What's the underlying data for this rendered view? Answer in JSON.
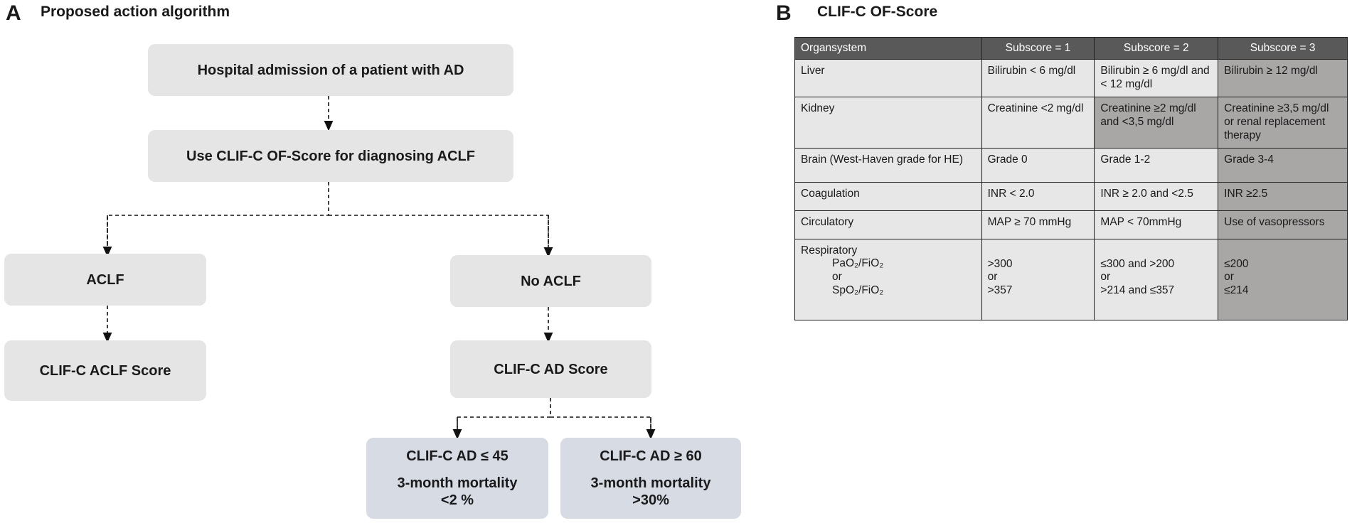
{
  "panel_a": {
    "letter": "A",
    "title": "Proposed action algorithm",
    "boxes": {
      "admission": "Hospital admission of a patient with AD",
      "use_score": "Use CLIF-C OF-Score for diagnosing ACLF",
      "aclf": "ACLF",
      "no_aclf": "No ACLF",
      "aclf_score": "CLIF-C ACLF  Score",
      "ad_score": "CLIF-C AD  Score",
      "ad_low": {
        "label": "CLIF-C AD ≤ 45",
        "mortality": "3-month mortality",
        "value": "<2 %"
      },
      "ad_high": {
        "label": "CLIF-C AD ≥ 60",
        "mortality": "3-month mortality",
        "value": ">30%"
      }
    }
  },
  "panel_b": {
    "letter": "B",
    "title": "CLIF-C OF-Score",
    "headers": [
      "Organsystem",
      "Subscore = 1",
      "Subscore = 2",
      "Subscore = 3"
    ],
    "rows": [
      {
        "organ": "Liver",
        "s1": "Bilirubin < 6 mg/dl",
        "s2": "Bilirubin ≥ 6 mg/dl and < 12 mg/dl",
        "s3": "Bilirubin ≥ 12 mg/dl"
      },
      {
        "organ": "Kidney",
        "s1": "Creatinine <2 mg/dl",
        "s2": "Creatinine ≥2 mg/dl and <3,5 mg/dl",
        "s3": "Creatinine ≥3,5 mg/dl or renal replacement therapy"
      },
      {
        "organ": "Brain (West-Haven grade for HE)",
        "s1": "Grade 0",
        "s2": "Grade 1-2",
        "s3": "Grade 3-4"
      },
      {
        "organ": "Coagulation",
        "s1": "INR < 2.0",
        "s2": "INR ≥ 2.0 and <2.5",
        "s3": "INR ≥2.5"
      },
      {
        "organ": "Circulatory",
        "s1": "MAP ≥ 70 mmHg",
        "s2": "MAP < 70mmHg",
        "s3": "Use of vasopressors"
      }
    ],
    "respiratory": {
      "organ": "Respiratory",
      "sub1": "PaO₂/FiO₂",
      "or": "or",
      "sub2": "SpO₂/FiO₂",
      "s1": [
        ">300",
        "or",
        ">357"
      ],
      "s2": [
        "≤300 and >200",
        "or",
        ">214 and ≤357"
      ],
      "s3": [
        "≤200",
        "or",
        "≤214"
      ]
    }
  }
}
